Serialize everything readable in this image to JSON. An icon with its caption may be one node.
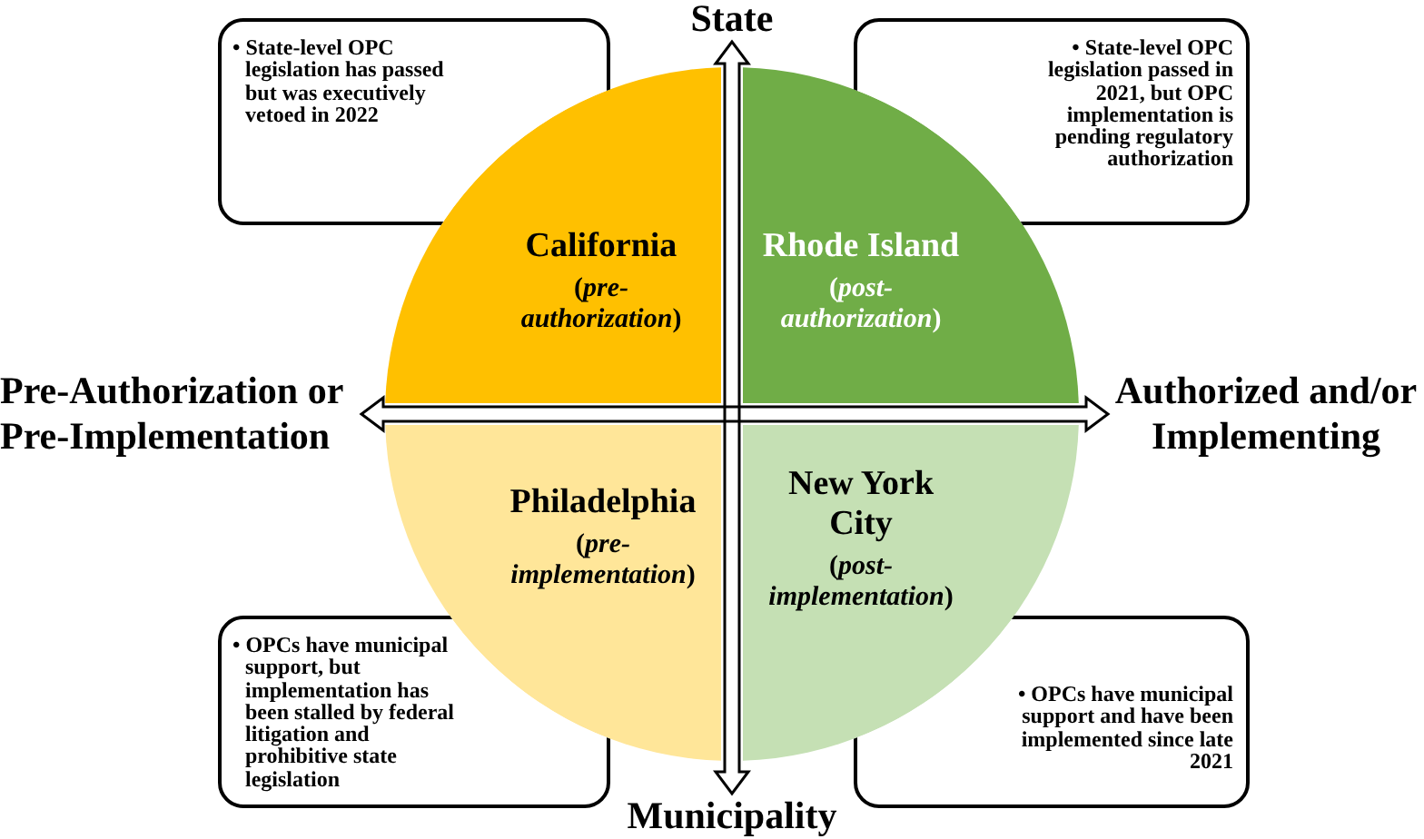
{
  "diagram": {
    "nodes": [
      {
        "text": [
          "State"
        ]
      },
      {
        "text": [
          "• State-level OPC legislation has passed but was executively vetoed in 2022"
        ]
      },
      {
        "text": [
          "• State-level OPC legislation passed in 2021, but OPC implementation is pending regulatory authorization"
        ]
      },
      {
        "text": [
          "California",
          "(*pre-authorization*)"
        ]
      },
      {
        "text": [
          "Rhode Island",
          "(*post-authorization*)"
        ]
      },
      {
        "text": [
          "Pre-Authorization or Pre-Implementation"
        ]
      },
      {
        "text": [
          "Authorized and/or Implementing"
        ]
      },
      {
        "text": [
          "Philadelphia",
          "(*pre-implementation*)"
        ]
      },
      {
        "text": [
          "New York City",
          "(*post-implementation*)"
        ]
      },
      {
        "text": [
          "• OPCs have municipal support, but implementation has been stalled by federal litigation and prohibitive state legislation"
        ]
      },
      {
        "text": [
          "• OPCs have municipal support and have been implemented since late 2021"
        ]
      },
      {
        "text": [
          "Municipality"
        ]
      }
    ],
    "edges": [
      {
        "from": 0,
        "to": 11,
        "arrow": "both"
      },
      {
        "from": 5,
        "to": 6,
        "arrow": "both"
      }
    ]
  }
}
